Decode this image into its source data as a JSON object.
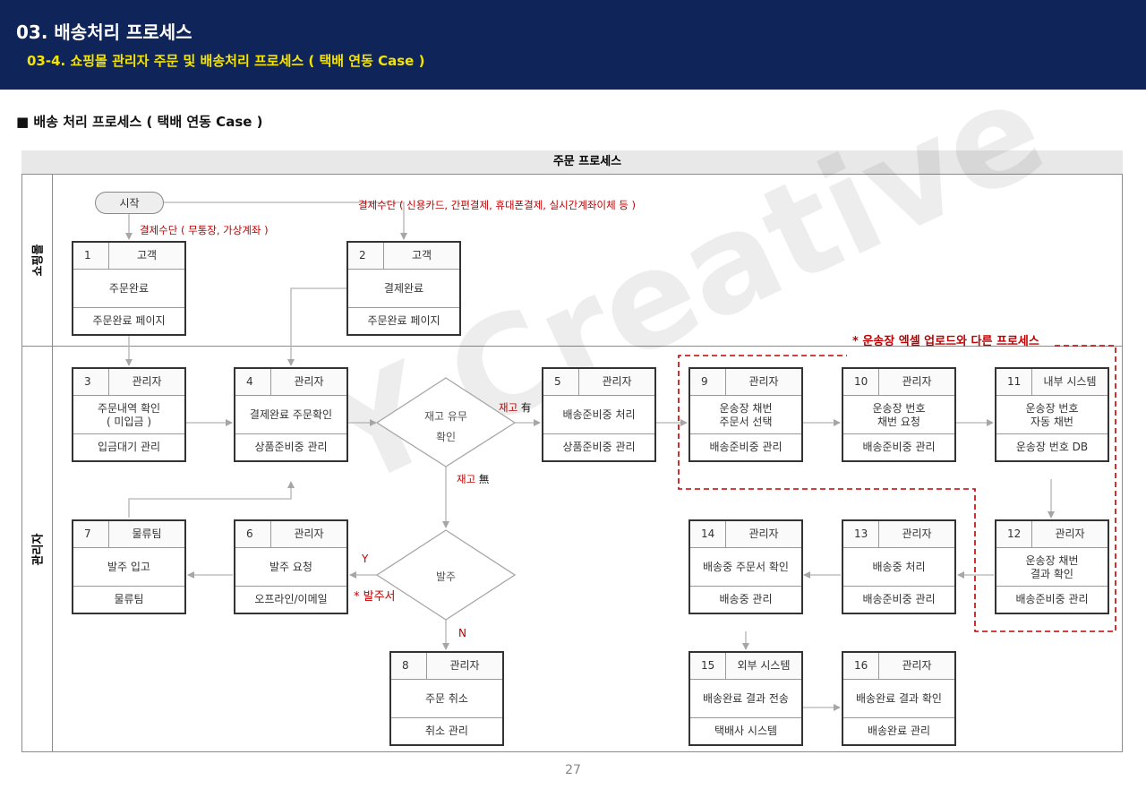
{
  "header": {
    "title": "03. 배송처리 프로세스",
    "subtitle": "03-4. 쇼핑몰 관리자 주문 및 배송처리 프로세스 ( 택배 연동 Case )"
  },
  "section_title": "■ 배송 처리 프로세스 ( 택배 연동 Case )",
  "column_header": "주문 프로세스",
  "lanes": [
    "쇼핑몰",
    "관리자"
  ],
  "start_label": "시작",
  "watermark": "Y-Creative",
  "boxes": [
    {
      "num": "1",
      "role": "고객",
      "main": "주문완료",
      "foot": "주문완료 페이지"
    },
    {
      "num": "2",
      "role": "고객",
      "main": "결제완료",
      "foot": "주문완료 페이지"
    },
    {
      "num": "3",
      "role": "관리자",
      "main": "주문내역 확인\n( 미입금 )",
      "foot": "입금대기 관리"
    },
    {
      "num": "4",
      "role": "관리자",
      "main": "결제완료 주문확인",
      "foot": "상품준비중 관리"
    },
    {
      "num": "5",
      "role": "관리자",
      "main": "배송준비중 처리",
      "foot": "상품준비중 관리"
    },
    {
      "num": "6",
      "role": "관리자",
      "main": "발주 요청",
      "foot": "오프라인/이메일"
    },
    {
      "num": "7",
      "role": "물류팀",
      "main": "발주 입고",
      "foot": "물류팀"
    },
    {
      "num": "8",
      "role": "관리자",
      "main": "주문 취소",
      "foot": "취소 관리"
    },
    {
      "num": "9",
      "role": "관리자",
      "main": "운송장 채번\n주문서 선택",
      "foot": "배송준비중 관리"
    },
    {
      "num": "10",
      "role": "관리자",
      "main": "운송장 번호\n채번 요청",
      "foot": "배송준비중 관리"
    },
    {
      "num": "11",
      "role": "내부 시스템",
      "main": "운송장 번호\n자동 채번",
      "foot": "운송장 번호 DB"
    },
    {
      "num": "12",
      "role": "관리자",
      "main": "운송장 채번\n결과 확인",
      "foot": "배송준비중 관리"
    },
    {
      "num": "13",
      "role": "관리자",
      "main": "배송중 처리",
      "foot": "배송준비중 관리"
    },
    {
      "num": "14",
      "role": "관리자",
      "main": "배송중 주문서 확인",
      "foot": "배송중 관리"
    },
    {
      "num": "15",
      "role": "외부 시스템",
      "main": "배송완료 결과 전송",
      "foot": "택배사 시스템"
    },
    {
      "num": "16",
      "role": "관리자",
      "main": "배송완료 결과 확인",
      "foot": "배송완료 관리"
    }
  ],
  "decisions": {
    "stock_line1": "재고 유무",
    "stock_line2": "확인",
    "order": "발주"
  },
  "labels": {
    "pay_method_1": "결제수단 ( 무통장, 가상계좌 )",
    "pay_method_2": "결제수단 ( 신용카드, 간편결제, 휴대폰결제, 실시간계좌이체 등 )",
    "stock_yes_a": "재고",
    "stock_yes_b": "有",
    "stock_no_a": "재고",
    "stock_no_b": "無",
    "order_yes": "Y",
    "order_no": "N",
    "order_form": "* 발주서",
    "excel_note": "* 운송장 엑셀 업로드와 다른 프로세스"
  },
  "page_number": "27",
  "colors": {
    "header_bg": "#0f2459",
    "subtitle": "#f5e300",
    "accent_red": "#c00000"
  }
}
